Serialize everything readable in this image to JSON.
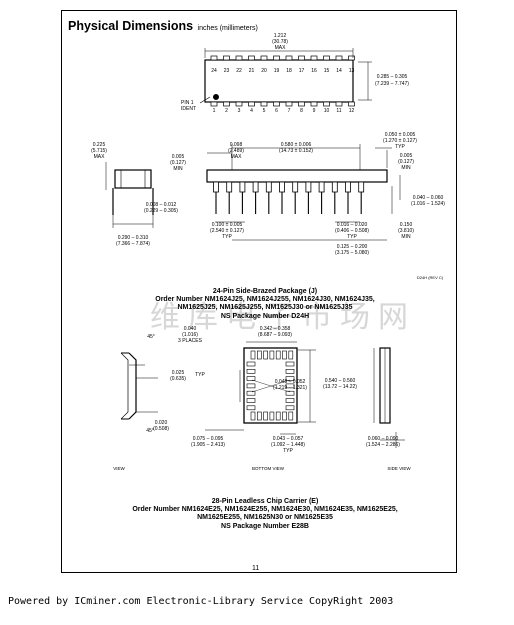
{
  "header": {
    "title": "Physical Dimensions",
    "subtitle": "inches (millimeters)"
  },
  "drawing1": {
    "top_pins": [
      "24",
      "23",
      "22",
      "21",
      "20",
      "19",
      "18",
      "17",
      "16",
      "15",
      "14",
      "13"
    ],
    "bottom_pins": [
      "1",
      "2",
      "3",
      "4",
      "5",
      "6",
      "7",
      "8",
      "9",
      "10",
      "11",
      "12"
    ],
    "pin1_label": [
      "PIN 1",
      "IDENT"
    ],
    "length": [
      "1.212",
      "(30.78)",
      "MAX"
    ],
    "width": [
      "0.285 – 0.305",
      "(7.239 – 7.747)"
    ],
    "height": [
      "0.225",
      "(5.715)",
      "MAX"
    ],
    "standoff": [
      "0.005",
      "(0.127)",
      "MIN"
    ],
    "lead_thk": [
      "0.008 – 0.012",
      "(0.229 – 0.305)"
    ],
    "row_span": [
      "0.290 – 0.310",
      "(7.366 – 7.874)"
    ],
    "shoulder": [
      "0.098",
      "(2.489)",
      "MAX"
    ],
    "span": [
      "0.580 ± 0.006",
      "(14.73 ± 0.152)"
    ],
    "end": [
      "0.050 ± 0.005",
      "(1.270 ± 0.127)",
      "TYP"
    ],
    "end_min": [
      "0.005",
      "(0.127)",
      "MIN"
    ],
    "pitch": [
      "0.100 ± 0.005",
      "(2.540 ± 0.127)",
      "TYP"
    ],
    "lead_w": [
      "0.016 – 0.020",
      "(0.406 – 0.508)",
      "TYP"
    ],
    "lead_len": [
      "0.150",
      "(3.810)",
      "MIN"
    ],
    "lead_pitch2": [
      "0.125 – 0.200",
      "(3.175 – 5.080)"
    ],
    "shoulder_w": [
      "0.040 – 0.060",
      "(1.016 – 1.524)"
    ],
    "dwg_no": "D24H (REV C)"
  },
  "caption1": [
    "24-Pin Side-Brazed Package (J)",
    "Order Number NM1624J25, NM1624J255, NM1624J30, NM1624J35,",
    "NM1625J25, NM1625J255, NM1625J30 or NM1625J35",
    "NS Package Number D24H"
  ],
  "drawing2": {
    "angle1": "45°",
    "angle2": "45°",
    "chamfer": [
      "0.040",
      "(1.016)",
      "3 PLACES"
    ],
    "pad": [
      "0.025",
      "(0.635)"
    ],
    "typ": "TYP",
    "inner": [
      "0.342 – 0.358",
      "(8.687 – 9.093)"
    ],
    "pitch": [
      "0.048 – 0.052",
      "(1.219 – 1.321)"
    ],
    "body": [
      "0.540 – 0.560",
      "(13.72 – 14.22)"
    ],
    "corner": [
      "0.020",
      "(0.508)"
    ],
    "pad_len": [
      "0.075 – 0.095",
      "(1.905 – 2.413)"
    ],
    "pad_w": [
      "0.043 – 0.057",
      "(1.092 – 1.448)",
      "TYP"
    ],
    "height": [
      "0.060 – 0.090",
      "(1.524 – 2.286)"
    ],
    "views": [
      "VIEW",
      "BOTTOM VIEW",
      "SIDE VIEW"
    ]
  },
  "caption2": [
    "28-Pin Leadless Chip Carrier (E)",
    "Order Number NM1624E25, NM1624E255, NM1624E30, NM1624E35, NM1625E25,",
    "NM1625E255, NM1625N30 or NM1625E35",
    "NS Package Number E28B"
  ],
  "page_number": "11",
  "footer": "Powered by ICminer.com Electronic-Library Service CopyRight 2003",
  "watermark": "维库电子市场网"
}
